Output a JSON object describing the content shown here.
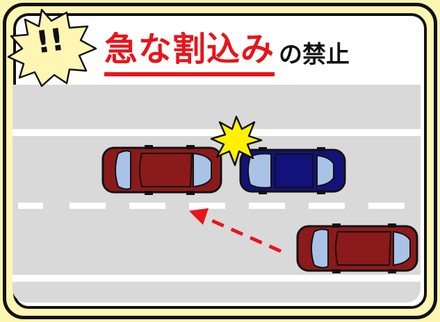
{
  "title": {
    "main": "急な割込み",
    "suffix": "の禁止"
  },
  "badge": {
    "text": "!!",
    "icon": "warning-burst-icon"
  },
  "colors": {
    "background": "#fdf6b2",
    "road": "#d9d9d9",
    "lane_line": "#ffffff",
    "title_red": "#e8141b",
    "car_red": "#8b1a1a",
    "car_blue": "#13127a",
    "arrow": "#e8141b",
    "crash_burst": "#fff200"
  },
  "scene": {
    "vehicles": [
      {
        "name": "red-car-front",
        "color": "#8b1a1a"
      },
      {
        "name": "blue-car",
        "color": "#13127a"
      },
      {
        "name": "red-car-cutting-in",
        "color": "#8b1a1a"
      }
    ],
    "icons": [
      "collision-burst-icon",
      "cut-in-arrow-icon"
    ]
  }
}
